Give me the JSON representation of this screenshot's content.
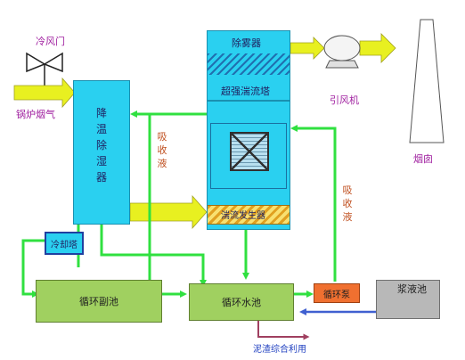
{
  "labels": {
    "damper": "冷风门",
    "flue_gas": "锅炉烟气",
    "cooler": "降温除湿器",
    "absorbent_1": "吸收液",
    "absorbent_2": "吸收液",
    "demister": "除雾器",
    "turbulent_tower": "超强湍流塔",
    "turbulence_gen": "湍流发生器",
    "fan": "引风机",
    "chimney": "烟囱",
    "cooling_tower": "冷却塔",
    "sub_pool": "循环副池",
    "main_pool": "循环水池",
    "pump": "循环泵",
    "slurry_pool": "浆液池",
    "sludge": "泥渣综合利用"
  },
  "colors": {
    "equipment_cyan": "#2ad0f0",
    "green_box": "#a0d060",
    "pipe_green": "#30e040",
    "arrow_yellow": "#e8f020",
    "pipe_blue": "#4060d0",
    "pump_orange": "#f07030",
    "slurry_gray": "#b8b8b8",
    "label_purple": "#a020a0",
    "label_orange": "#c05020",
    "label_red": "#d02020",
    "label_blue": "#2040c0"
  }
}
